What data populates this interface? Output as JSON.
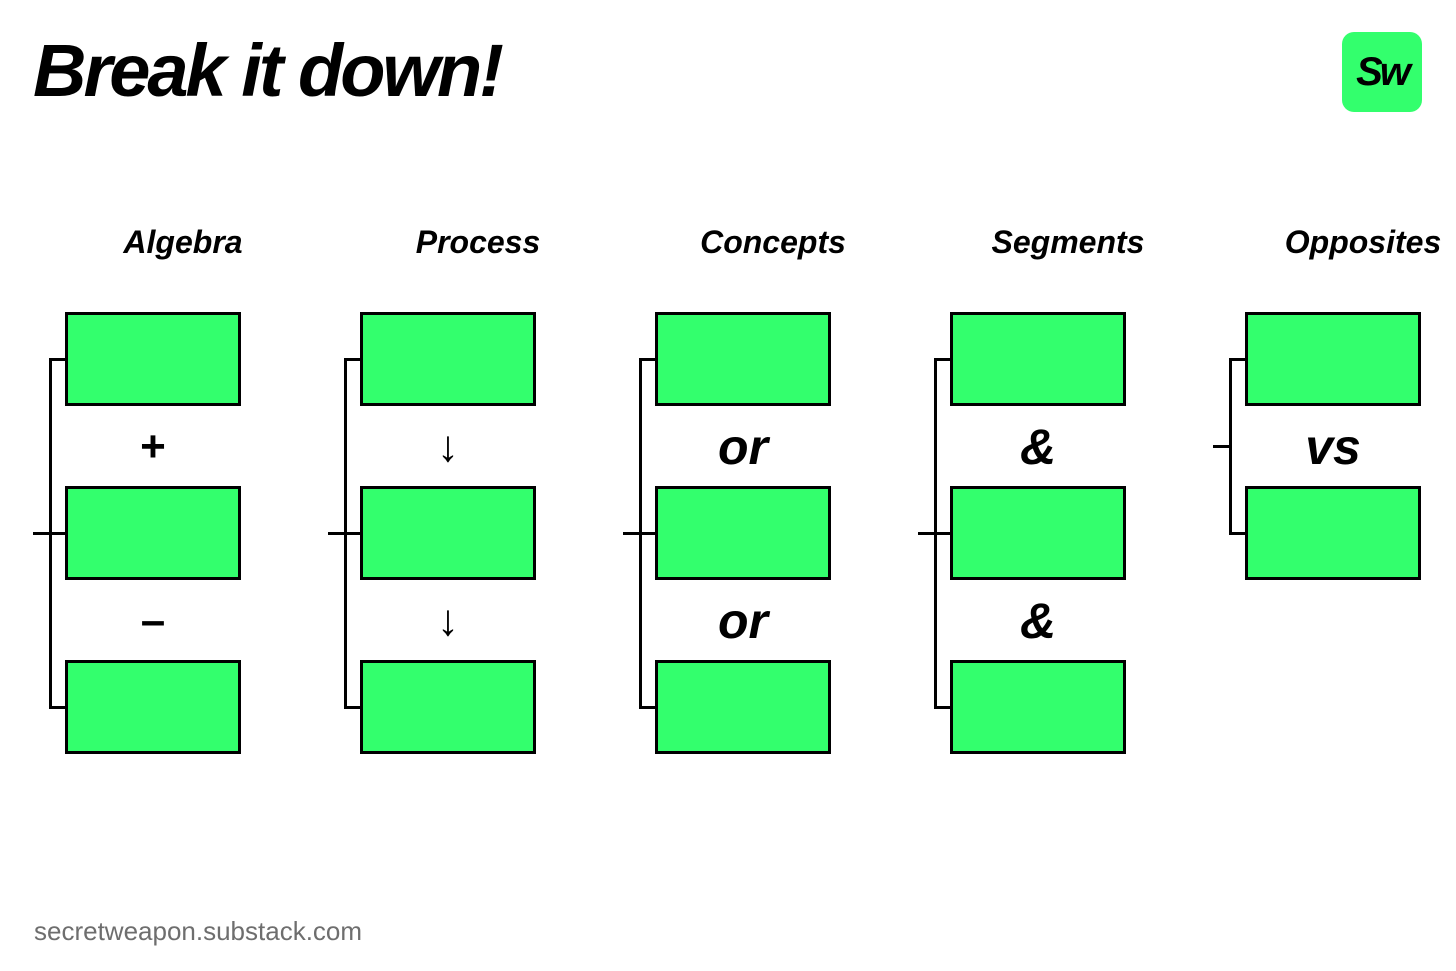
{
  "title": "Break it down!",
  "logo": {
    "text": "Sw"
  },
  "footer": "secretweapon.substack.com",
  "colors": {
    "box_fill": "#33ff6d",
    "logo_fill": "#33ff6d",
    "outline": "#000000",
    "footer_text": "#6e6e6e"
  },
  "columns": [
    {
      "label": "Algebra",
      "box_count": 3,
      "operators": [
        "+",
        "–"
      ],
      "operator_style": "symbol"
    },
    {
      "label": "Process",
      "box_count": 3,
      "operators": [
        "↓",
        "↓"
      ],
      "operator_style": "symbol"
    },
    {
      "label": "Concepts",
      "box_count": 3,
      "operators": [
        "or",
        "or"
      ],
      "operator_style": "word"
    },
    {
      "label": "Segments",
      "box_count": 3,
      "operators": [
        "&",
        "&"
      ],
      "operator_style": "word"
    },
    {
      "label": "Opposites",
      "box_count": 2,
      "operators": [
        "vs"
      ],
      "operator_style": "word"
    }
  ]
}
